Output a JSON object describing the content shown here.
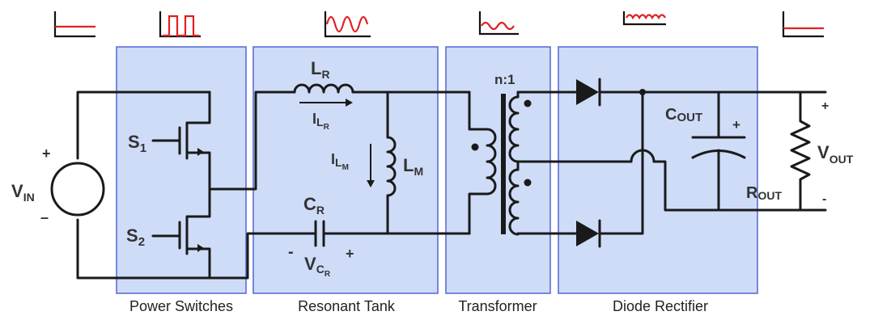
{
  "colors": {
    "box_fill": "#cfdcf8",
    "box_stroke": "#5a6fd6",
    "wire": "#1a1a1a",
    "waveform": "#e02020"
  },
  "stages": [
    {
      "id": "power-switches",
      "label": "Power Switches",
      "icon": "dc-step-waveform-icon"
    },
    {
      "id": "resonant-tank",
      "label": "Resonant Tank",
      "icon": "square-wave-icon"
    },
    {
      "id": "transformer",
      "label": "Transformer",
      "icon": "sine-wave-icon"
    },
    {
      "id": "diode-rectifier",
      "label": "Diode Rectifier",
      "icon": "small-sine-wave-icon"
    }
  ],
  "input_icon": "dc-input-waveform-icon",
  "rectified_icon": "rectified-ripple-icon",
  "output_icon": "dc-output-waveform-icon",
  "components": {
    "vin": {
      "main": "V",
      "sub": "IN",
      "plus": "+",
      "minus": "–"
    },
    "s1": {
      "main": "S",
      "sub": "1"
    },
    "s2": {
      "main": "S",
      "sub": "2"
    },
    "lr": {
      "main": "L",
      "sub": "R"
    },
    "ilr": {
      "main": "I",
      "sub": "L",
      "subsub": "R"
    },
    "ilm": {
      "main": "I",
      "sub": "L",
      "subsub": "M"
    },
    "lm": {
      "main": "L",
      "sub": "M"
    },
    "cr": {
      "main": "C",
      "sub": "R"
    },
    "vcr": {
      "main": "V",
      "sub": "C",
      "subsub": "R",
      "plus": "+",
      "minus": "-"
    },
    "ratio": "n:1",
    "cout": {
      "main": "C",
      "sub": "OUT",
      "plus": "+"
    },
    "vout": {
      "main": "V",
      "sub": "OUT",
      "plus": "+",
      "minus": "-"
    },
    "rout": {
      "main": "R",
      "sub": "OUT"
    }
  }
}
